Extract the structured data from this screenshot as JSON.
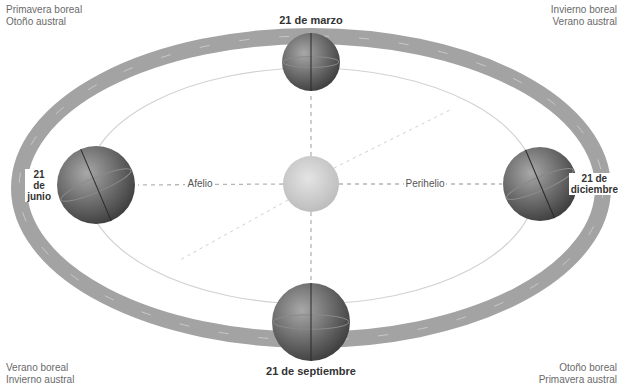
{
  "diagram": {
    "nodes": [
      {
        "text": [
          "21 de marzo"
        ]
      },
      {
        "text": [
          "21 de junio"
        ]
      },
      {
        "text": [
          "21 de diciembre"
        ]
      },
      {
        "text": [
          "21 de septiembre"
        ]
      }
    ],
    "labels": [
      "Primavera boreal",
      "Otoño austral",
      "Invierno boreal",
      "Verano austral",
      "Afelio",
      "Perihelio",
      "Verano boreal",
      "Invierno austral",
      "Otoño boreal",
      "Primavera austral"
    ]
  }
}
